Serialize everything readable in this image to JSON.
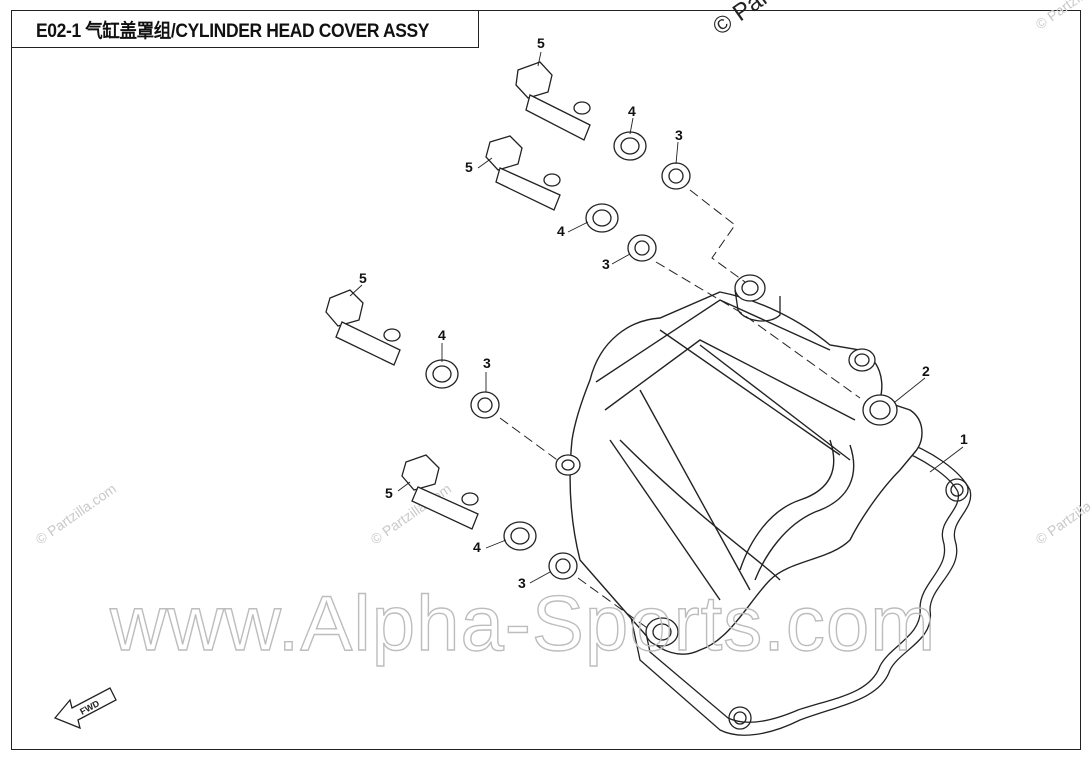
{
  "title": "E02-1 气缸盖罩组/CYLINDER HEAD COVER ASSY",
  "watermark_main": "www.Alpha-Sports.com",
  "watermark_corner": "© Partzilla.com",
  "watermark_partial": "© Partz",
  "fwd_label": "FWD",
  "callouts": {
    "c1": "1",
    "c2": "2",
    "c3a": "3",
    "c3b": "3",
    "c3c": "3",
    "c3d": "3",
    "c4a": "4",
    "c4b": "4",
    "c4c": "4",
    "c4d": "4",
    "c5a": "5",
    "c5b": "5",
    "c5c": "5",
    "c5d": "5"
  },
  "colors": {
    "line": "#222222",
    "watermark": "#bdbdbd"
  }
}
